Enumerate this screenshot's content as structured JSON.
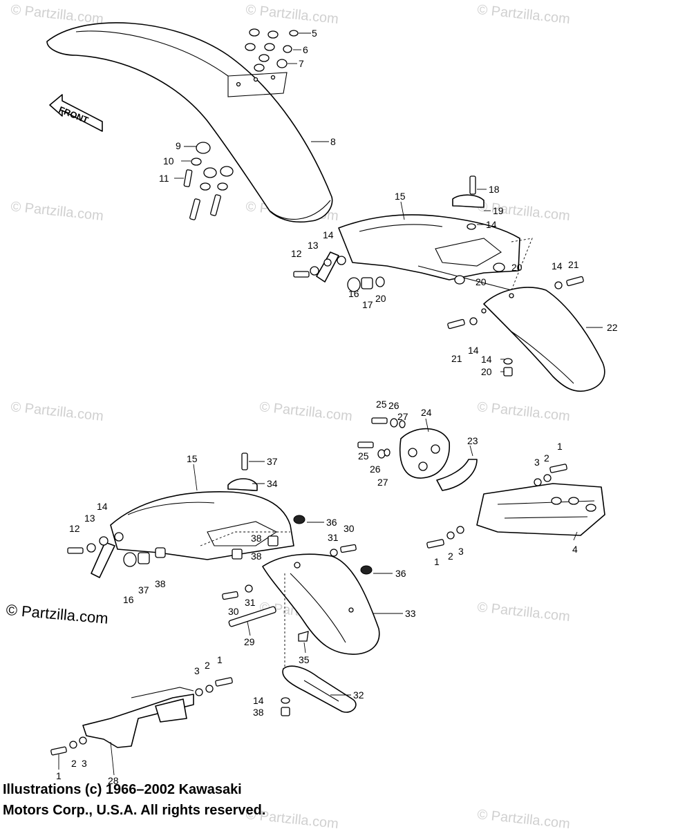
{
  "watermark": "© Partzilla.com",
  "site_mark": "© Partzilla.com",
  "front_label": "FRONT",
  "copyright": {
    "line1": "Illustrations (c) 1966–2002 Kawasaki",
    "line2": "Motors Corp., U.S.A.  All rights reserved."
  },
  "callouts": {
    "c5": "5",
    "c6": "6",
    "c7": "7",
    "c8": "8",
    "c9": "9",
    "c10": "10",
    "c11": "11",
    "c15a": "15",
    "c18": "18",
    "c19": "19",
    "c14a": "14",
    "c12a": "12",
    "c13a": "13",
    "c14b": "14",
    "c20a": "20",
    "c20b": "20",
    "c14c": "14",
    "c21a": "21",
    "c16a": "16",
    "c17": "17",
    "c20c": "20",
    "c22": "22",
    "c21b": "21",
    "c14d": "14",
    "c14e": "14",
    "c20d": "20",
    "c25a": "25",
    "c26a": "26",
    "c27a": "27",
    "c24": "24",
    "c25b": "25",
    "c26b": "26",
    "c27b": "27",
    "c23": "23",
    "c1a": "1",
    "c3a": "3",
    "c2a": "2",
    "c1b": "1",
    "c2b": "2",
    "c3b": "3",
    "c4": "4",
    "c15b": "15",
    "c37a": "37",
    "c34": "34",
    "c14f": "14",
    "c13b": "13",
    "c12b": "12",
    "c36a": "36",
    "c38a": "38",
    "c38b": "38",
    "c31a": "31",
    "c30a": "30",
    "c16b": "16",
    "c37b": "37",
    "c38c": "38",
    "c36b": "36",
    "c30b": "30",
    "c31b": "31",
    "c33": "33",
    "c29": "29",
    "c35": "35",
    "c32": "32",
    "c14g": "14",
    "c38d": "38",
    "c3c": "3",
    "c2c": "2",
    "c1c": "1",
    "c1d": "1",
    "c2d": "2",
    "c3d": "3",
    "c28": "28"
  }
}
